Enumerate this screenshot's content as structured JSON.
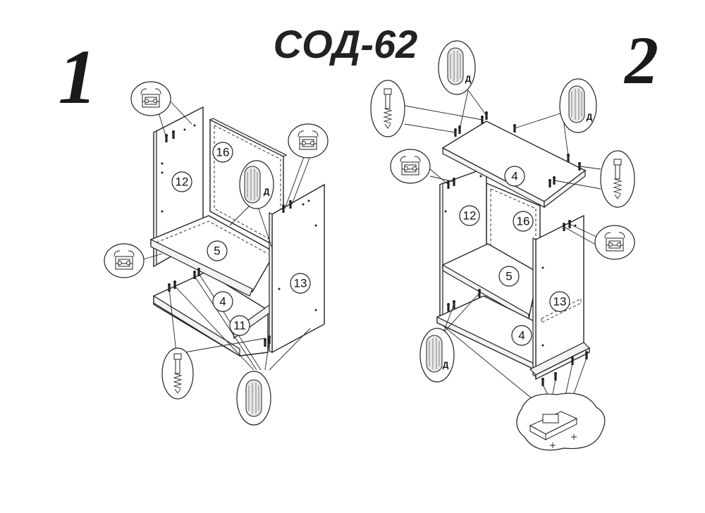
{
  "title": "СОД-62",
  "steps": [
    "1",
    "2"
  ],
  "parts": {
    "p12": "12",
    "p16": "16",
    "p5": "5",
    "p4": "4",
    "p13": "13",
    "p11": "11"
  },
  "detail_label": "Д"
}
